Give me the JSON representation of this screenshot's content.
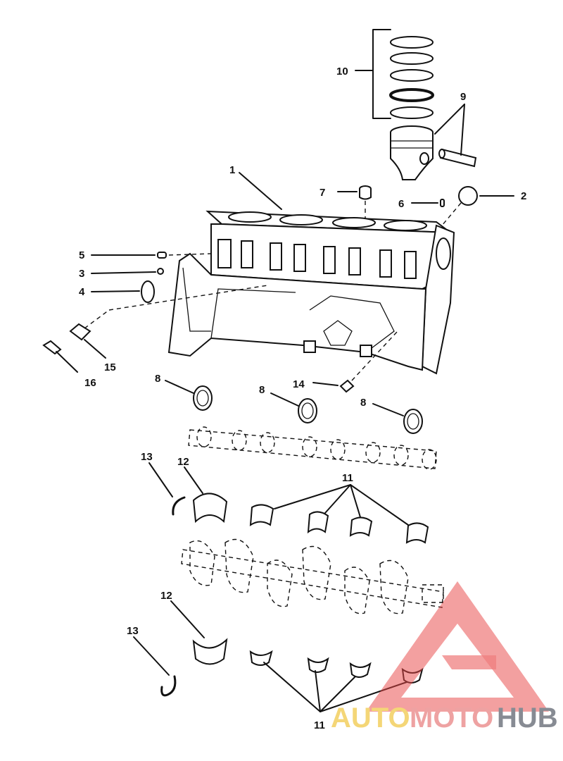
{
  "callouts": {
    "c1": "1",
    "c2": "2",
    "c3": "3",
    "c4": "4",
    "c5": "5",
    "c6": "6",
    "c7": "7",
    "c8a": "8",
    "c8b": "8",
    "c8c": "8",
    "c9": "9",
    "c10": "10",
    "c11a": "11",
    "c11b": "11",
    "c12a": "12",
    "c12b": "12",
    "c13a": "13",
    "c13b": "13",
    "c14": "14",
    "c15": "15",
    "c16": "16"
  },
  "watermark": {
    "part1": "AUTO",
    "part2": "MOTO",
    "part3": "HUB",
    "colors": {
      "auto": "#f0c53e",
      "moto": "#e87c7c",
      "hub": "#555b66",
      "triangle": "#e84a4a"
    }
  }
}
